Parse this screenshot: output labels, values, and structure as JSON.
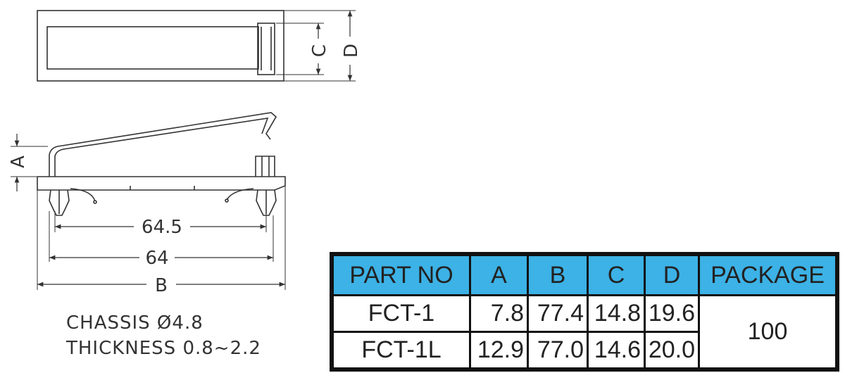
{
  "dimension_labels": {
    "c": "C",
    "d": "D",
    "a": "A",
    "d645": "64.5",
    "d64": "64",
    "b": "B"
  },
  "notes": {
    "chassis": "CHASSIS Ø4.8",
    "thickness": "THICKNESS 0.8~2.2"
  },
  "table": {
    "headers": [
      "PART NO",
      "A",
      "B",
      "C",
      "D",
      "PACKAGE"
    ],
    "rows": [
      {
        "part": "FCT-1",
        "a": "7.8",
        "b": "77.4",
        "c": "14.8",
        "d": "19.6"
      },
      {
        "part": "FCT-1L",
        "a": "12.9",
        "b": "77.0",
        "c": "14.6",
        "d": "20.0"
      }
    ],
    "package": "100",
    "header_color": "#3cb2e6"
  }
}
